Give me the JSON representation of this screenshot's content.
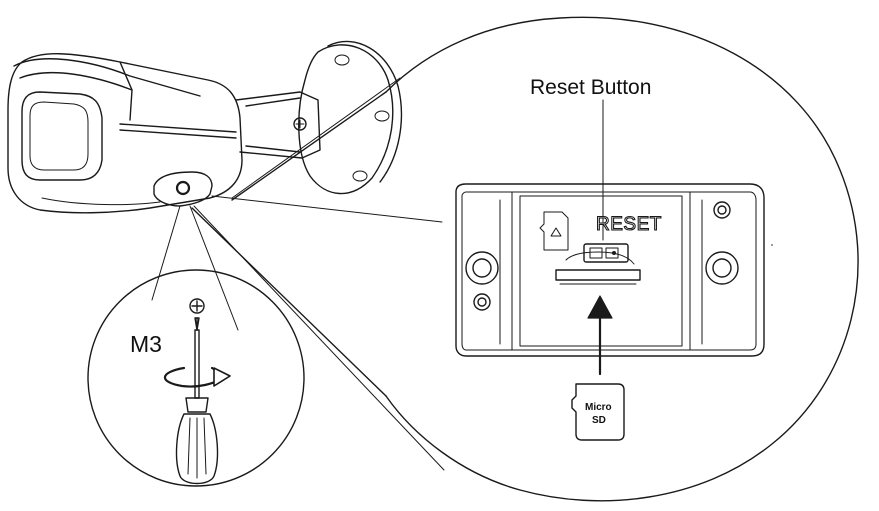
{
  "labels": {
    "reset_button": "Reset Button",
    "reset_engraving": "RESET",
    "screw_size": "M3",
    "micro_sd_line1": "Micro",
    "micro_sd_line2": "SD"
  },
  "icons": {
    "phillips_screw": "phillips-screw-icon",
    "screwdriver": "screwdriver-icon",
    "rotation_arrow": "rotate-clockwise-icon",
    "insert_arrow": "arrow-up-icon",
    "sd_card": "micro-sd-card-icon"
  },
  "colors": {
    "line": "#1a1a1a",
    "background": "#ffffff"
  }
}
